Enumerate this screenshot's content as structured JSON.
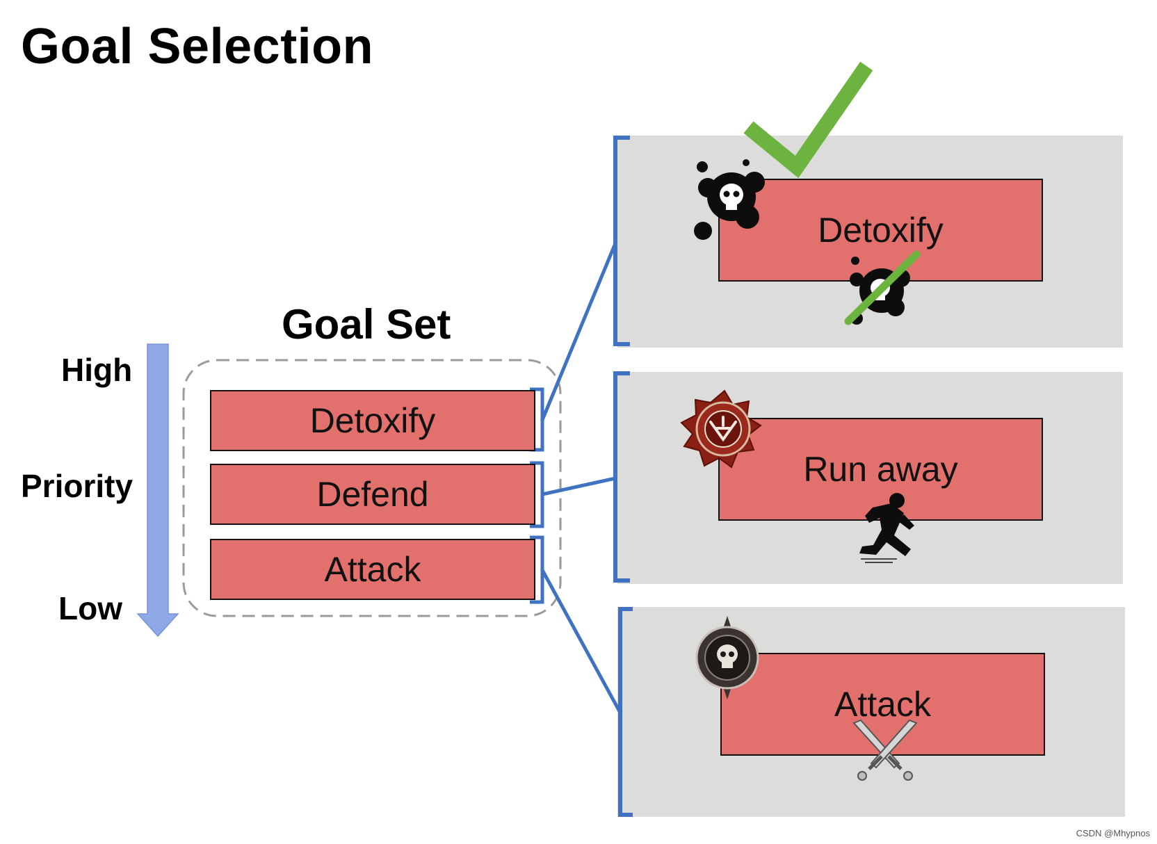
{
  "title": "Goal Selection",
  "goal_set": {
    "title": "Goal Set",
    "items": [
      "Detoxify",
      "Defend",
      "Attack"
    ]
  },
  "priority": {
    "high": "High",
    "label": "Priority",
    "low": "Low"
  },
  "outcomes": [
    {
      "label": "Detoxify",
      "icon": "poison-icon",
      "selected": true
    },
    {
      "label": "Run away",
      "icon": "danger-emblem-icon",
      "selected": false
    },
    {
      "label": "Attack",
      "icon": "skull-badge-icon",
      "selected": false
    }
  ],
  "colors": {
    "goal_fill": "#e2716d",
    "panel_bg": "#dcdcda",
    "connector": "#3f73c2",
    "arrow": "#8fa9e8",
    "check": "#6cb33f"
  },
  "credit": "CSDN @Mhypnos"
}
